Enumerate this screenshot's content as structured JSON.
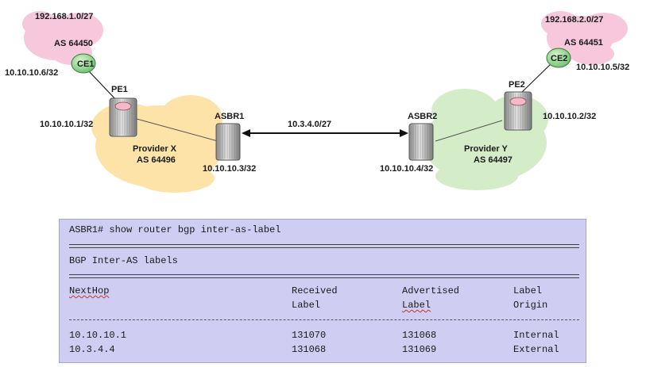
{
  "diagram": {
    "left_site": {
      "subnet": "192.168.1.0/27",
      "as": "AS 64450"
    },
    "right_site": {
      "subnet": "192.168.2.0/27",
      "as": "AS 64451"
    },
    "ce1": {
      "name": "CE1",
      "ip": "10.10.10.6/32"
    },
    "ce2": {
      "name": "CE2",
      "ip": "10.10.10.5/32"
    },
    "pe1": {
      "name": "PE1",
      "ip": "10.10.10.1/32"
    },
    "pe2": {
      "name": "PE2",
      "ip": "10.10.10.2/32"
    },
    "asbr1": {
      "name": "ASBR1",
      "ip": "10.10.10.3/32"
    },
    "asbr2": {
      "name": "ASBR2",
      "ip": "10.10.10.4/32"
    },
    "link_subnet": "10.3.4.0/27",
    "provider_x": {
      "name": "Provider X",
      "as": "AS 64496"
    },
    "provider_y": {
      "name": "Provider Y",
      "as": "AS 64497"
    }
  },
  "cli": {
    "command": "ASBR1# show router bgp inter-as-label",
    "heading": "BGP Inter-AS labels",
    "columns": {
      "nexthop": "NextHop",
      "received_1": "Received",
      "received_2": "Label",
      "advertised_1": "Advertised",
      "advertised_2": "Label",
      "origin_1": "Label",
      "origin_2": "Origin"
    },
    "rows": [
      {
        "nexthop": "10.10.10.1",
        "received": "131070",
        "advertised": "131068",
        "origin": "Internal"
      },
      {
        "nexthop": "10.3.4.4",
        "received": "131068",
        "advertised": "131069",
        "origin": "External"
      }
    ]
  },
  "colors": {
    "site_cloud": "#f7c8dc",
    "provider_x_cloud": "#fde3a8",
    "provider_y_cloud": "#d4ecc8",
    "ce_router": "#8cd08c",
    "cli_background": "#cfcdf2"
  }
}
